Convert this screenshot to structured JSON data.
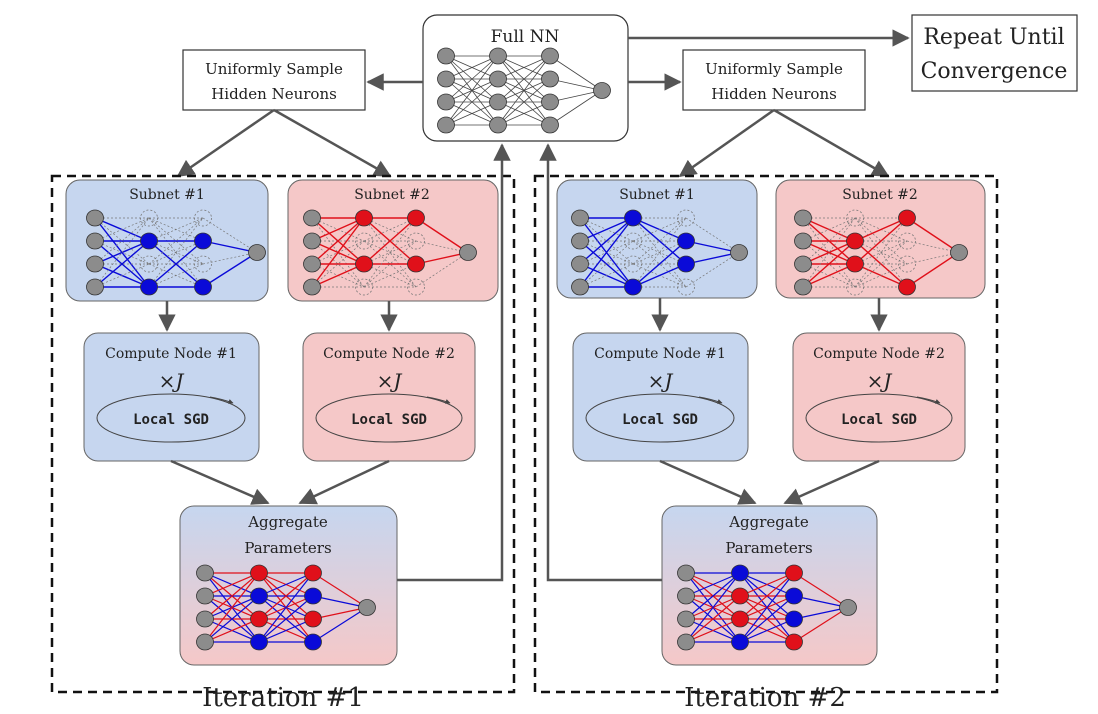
{
  "full_nn": {
    "label": "Full NN"
  },
  "repeat": {
    "line1": "Repeat Until",
    "line2": "Convergence"
  },
  "iterations": [
    {
      "title": "Iteration #1",
      "sample": {
        "line1": "Uniformly Sample",
        "line2": "Hidden Neurons"
      },
      "subnets": [
        {
          "label": "Subnet #1",
          "color": "#0a0ad8",
          "active": [
            [],
            [
              1,
              3
            ],
            [
              1,
              3
            ],
            []
          ]
        },
        {
          "label": "Subnet #2",
          "color": "#e0101a",
          "active": [
            [],
            [
              0,
              2
            ],
            [
              0,
              2
            ],
            []
          ]
        }
      ],
      "compute_nodes": [
        {
          "label": "Compute Node #1",
          "repeat": "×J",
          "sgd": "Local SGD"
        },
        {
          "label": "Compute Node #2",
          "repeat": "×J",
          "sgd": "Local SGD"
        }
      ],
      "aggregate": {
        "line1": "Aggregate",
        "line2": "Parameters",
        "layer_colors": [
          [
            "gray",
            "gray",
            "gray",
            "gray"
          ],
          [
            "red",
            "blue",
            "red",
            "blue"
          ],
          [
            "red",
            "blue",
            "red",
            "blue"
          ],
          [
            "gray"
          ]
        ]
      }
    },
    {
      "title": "Iteration #2",
      "sample": {
        "line1": "Uniformly Sample",
        "line2": "Hidden Neurons"
      },
      "subnets": [
        {
          "label": "Subnet #1",
          "color": "#0a0ad8",
          "active": [
            [],
            [
              0,
              3
            ],
            [
              1,
              2
            ],
            []
          ]
        },
        {
          "label": "Subnet #2",
          "color": "#e0101a",
          "active": [
            [],
            [
              1,
              2
            ],
            [
              0,
              3
            ],
            []
          ]
        }
      ],
      "compute_nodes": [
        {
          "label": "Compute Node #1",
          "repeat": "×J",
          "sgd": "Local SGD"
        },
        {
          "label": "Compute Node #2",
          "repeat": "×J",
          "sgd": "Local SGD"
        }
      ],
      "aggregate": {
        "line1": "Aggregate",
        "line2": "Parameters",
        "layer_colors": [
          [
            "gray",
            "gray",
            "gray",
            "gray"
          ],
          [
            "blue",
            "red",
            "red",
            "blue"
          ],
          [
            "red",
            "blue",
            "blue",
            "red"
          ],
          [
            "gray"
          ]
        ]
      }
    }
  ],
  "colors": {
    "blue_panel": "#c6d6ef",
    "red_panel": "#f5c8c8",
    "blue_node": "#0a0ad8",
    "red_node": "#e0101a",
    "gray_node": "#8c8c8c",
    "arrow": "#555555"
  }
}
